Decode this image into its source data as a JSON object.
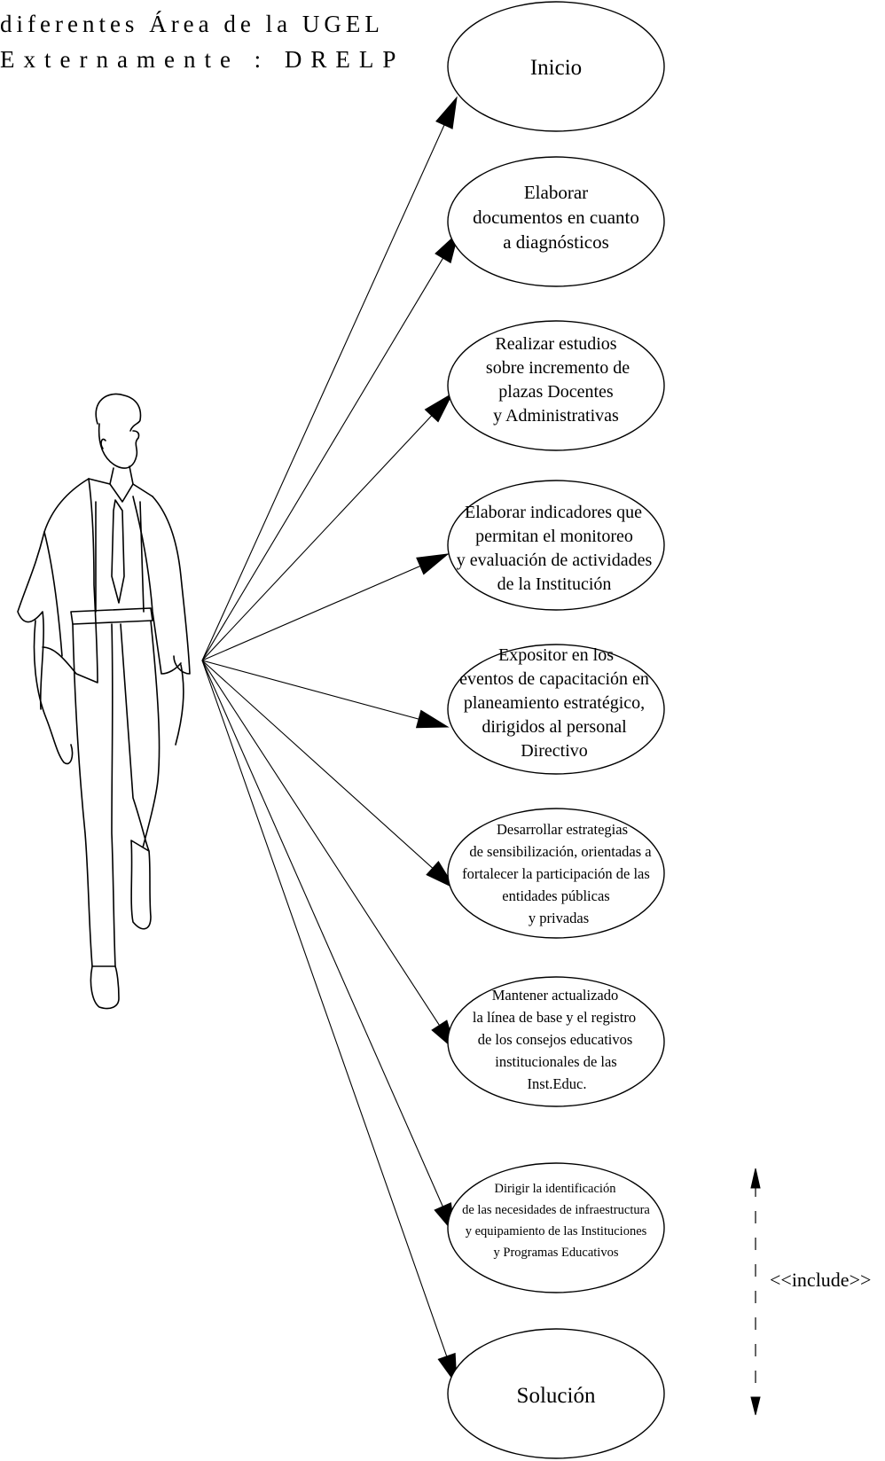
{
  "header": {
    "line1": "diferentes Área de la UGEL",
    "line2": "Externamente : DRELP"
  },
  "actor": {
    "icon": "businessman-figure"
  },
  "use_cases": [
    {
      "id": "inicio",
      "lines": [
        "Inicio"
      ]
    },
    {
      "id": "elaborar-documentos",
      "lines": [
        "Elaborar",
        "documentos en cuanto",
        "a diagnósticos"
      ]
    },
    {
      "id": "realizar-estudios",
      "lines": [
        "Realizar estudios",
        "sobre incremento de",
        "plazas Docentes",
        "y Administrativas"
      ]
    },
    {
      "id": "elaborar-indicadores",
      "lines": [
        "Elaborar indicadores que",
        "permitan el monitoreo",
        "y evaluación de actividades",
        "de la Institución"
      ]
    },
    {
      "id": "expositor",
      "lines": [
        "Expositor en los",
        "eventos de capacitación en",
        "planeamiento estratégico,",
        "dirigidos al personal",
        "Directivo"
      ]
    },
    {
      "id": "desarrollar-estrategias",
      "lines": [
        "Desarrollar estrategias",
        "de sensibilización, orientadas a",
        "fortalecer la participación de las",
        "entidades públicas",
        "y privadas"
      ]
    },
    {
      "id": "mantener-actualizado",
      "lines": [
        "Mantener actualizado",
        "la línea de base y el registro",
        "de los consejos educativos",
        "institucionales de las",
        "Inst.Educ."
      ]
    },
    {
      "id": "dirigir-identificacion",
      "lines": [
        "Dirigir la identificación",
        "de las necesidades de infraestructura",
        "y equipamiento de las Instituciones",
        "y Programas Educativos"
      ]
    },
    {
      "id": "solucion",
      "lines": [
        "Solución"
      ]
    }
  ],
  "include": {
    "label": "<<include>>"
  }
}
